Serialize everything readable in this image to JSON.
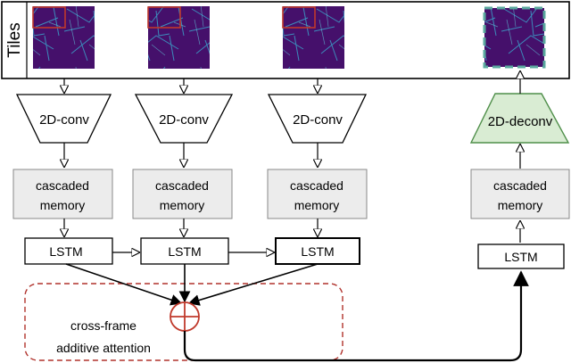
{
  "tiles_label": "Tiles",
  "encoders": [
    {
      "conv_label": "2D-conv",
      "memory_line1": "cascaded",
      "memory_line2": "memory",
      "lstm_label": "LSTM"
    },
    {
      "conv_label": "2D-conv",
      "memory_line1": "cascaded",
      "memory_line2": "memory",
      "lstm_label": "LSTM"
    },
    {
      "conv_label": "2D-conv",
      "memory_line1": "cascaded",
      "memory_line2": "memory",
      "lstm_label": "LSTM"
    }
  ],
  "decoder": {
    "deconv_label": "2D-deconv",
    "memory_line1": "cascaded",
    "memory_line2": "memory",
    "lstm_label": "LSTM"
  },
  "attention": {
    "line1": "cross-frame",
    "line2": "additive attention"
  },
  "colors": {
    "tile_bg": "#45106b",
    "tile_lines": "#3aa0c8",
    "highlight_box": "#c0392b",
    "deconv_fill": "#d9ecd3",
    "deconv_stroke": "#4f8f4a",
    "output_dash": "#5aa89e",
    "attention_dash": "#b0322c",
    "memory_fill": "#ececec"
  }
}
